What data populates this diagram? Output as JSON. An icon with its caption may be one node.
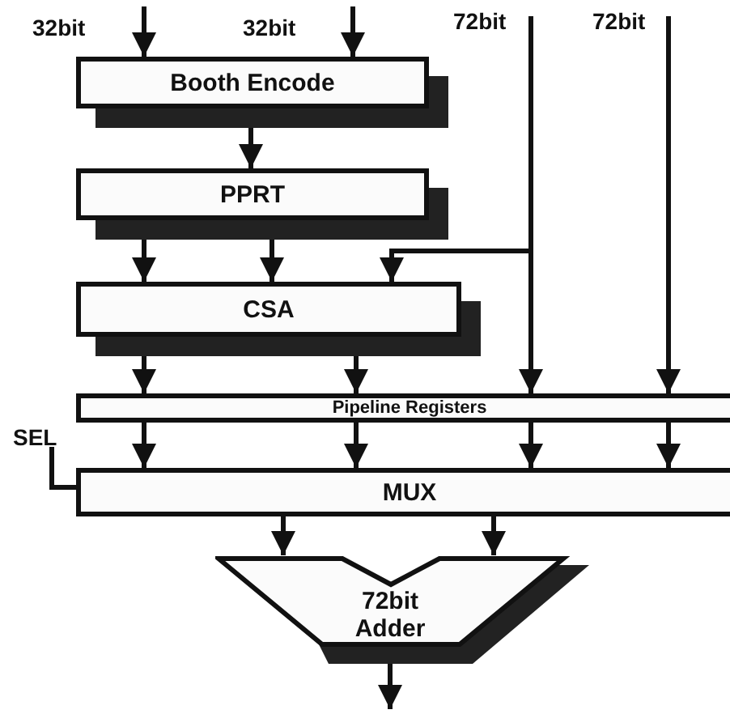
{
  "diagram": {
    "nodes": [
      {
        "text": [
          "Booth Encode"
        ]
      },
      {
        "text": [
          "PPRT"
        ]
      },
      {
        "text": [
          "CSA"
        ]
      },
      {
        "text": [
          "Pipeline Registers"
        ]
      },
      {
        "text": [
          "MUX"
        ]
      },
      {
        "text": [
          "72bit Adder"
        ]
      },
      {
        "text": [
          "SEL"
        ]
      }
    ],
    "edges": [
      {
        "from": null,
        "to": 0,
        "arrow": "to"
      },
      {
        "from": null,
        "to": 0,
        "arrow": "to"
      },
      {
        "from": 0,
        "to": 1,
        "arrow": "to"
      },
      {
        "from": 1,
        "to": 2,
        "arrow": "to"
      },
      {
        "from": 1,
        "to": 2,
        "arrow": "to"
      },
      {
        "from": null,
        "to": 2,
        "arrow": "to"
      },
      {
        "from": null,
        "to": 3,
        "arrow": "to"
      },
      {
        "from": null,
        "to": 3,
        "arrow": "to"
      },
      {
        "from": 2,
        "to": 3,
        "arrow": "to"
      },
      {
        "from": 2,
        "to": 3,
        "arrow": "to"
      },
      {
        "from": 3,
        "to": 4,
        "arrow": "to"
      },
      {
        "from": 3,
        "to": 4,
        "arrow": "to"
      },
      {
        "from": 3,
        "to": 4,
        "arrow": "to"
      },
      {
        "from": 3,
        "to": 4,
        "arrow": "to"
      },
      {
        "from": 4,
        "to": 5,
        "arrow": "to"
      },
      {
        "from": 4,
        "to": 5,
        "arrow": "to"
      },
      {
        "from": 5,
        "to": null,
        "arrow": "to"
      },
      {
        "from": 6,
        "to": 4,
        "arrow": "none"
      }
    ],
    "labels": [
      "32bit",
      "32bit",
      "72bit",
      "72bit"
    ]
  }
}
